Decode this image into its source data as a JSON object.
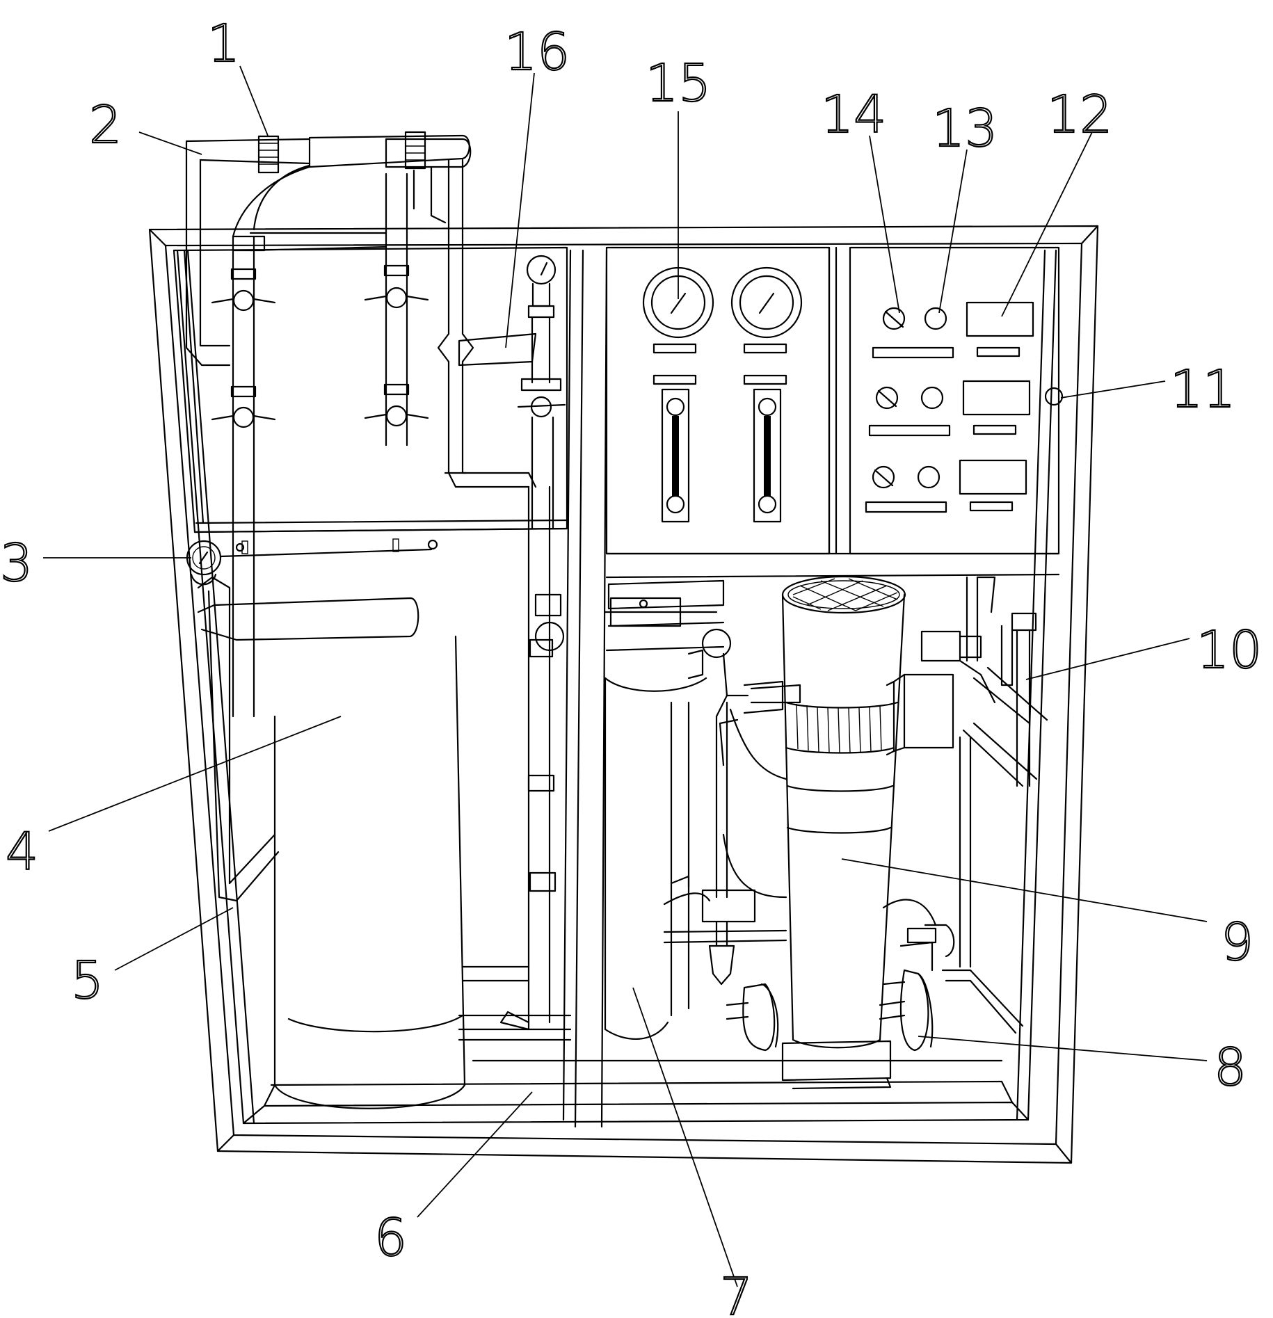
{
  "figure": {
    "labels": [
      {
        "id": "1",
        "text": "1"
      },
      {
        "id": "2",
        "text": "2"
      },
      {
        "id": "3",
        "text": "3"
      },
      {
        "id": "4",
        "text": "4"
      },
      {
        "id": "5",
        "text": "5"
      },
      {
        "id": "6",
        "text": "6"
      },
      {
        "id": "7",
        "text": "7"
      },
      {
        "id": "8",
        "text": "8"
      },
      {
        "id": "9",
        "text": "9"
      },
      {
        "id": "10",
        "text": "10"
      },
      {
        "id": "11",
        "text": "11"
      },
      {
        "id": "12",
        "text": "12"
      },
      {
        "id": "13",
        "text": "13"
      },
      {
        "id": "14",
        "text": "14"
      },
      {
        "id": "15",
        "text": "15"
      },
      {
        "id": "16",
        "text": "16"
      }
    ]
  }
}
